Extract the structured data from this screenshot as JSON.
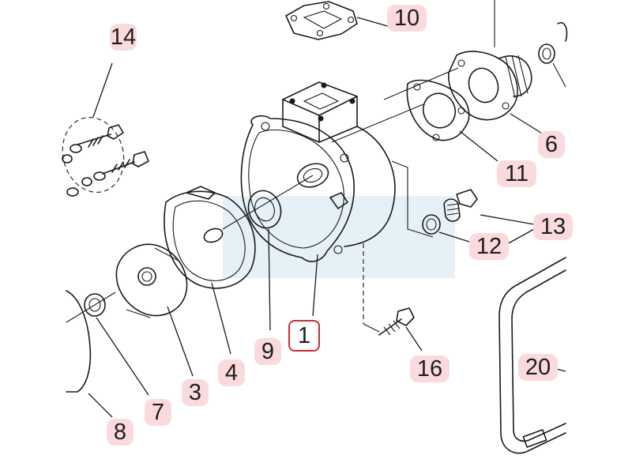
{
  "parts": [
    {
      "id": "part-14",
      "label": "14"
    },
    {
      "id": "part-10",
      "label": "10"
    },
    {
      "id": "part-6",
      "label": "6"
    },
    {
      "id": "part-11",
      "label": "11"
    },
    {
      "id": "part-13",
      "label": "13"
    },
    {
      "id": "part-12",
      "label": "12"
    },
    {
      "id": "part-16",
      "label": "16"
    },
    {
      "id": "part-1",
      "label": "1",
      "selected": true
    },
    {
      "id": "part-9",
      "label": "9"
    },
    {
      "id": "part-4",
      "label": "4"
    },
    {
      "id": "part-3",
      "label": "3"
    },
    {
      "id": "part-7",
      "label": "7"
    },
    {
      "id": "part-8",
      "label": "8"
    },
    {
      "id": "part-20",
      "label": "20"
    }
  ],
  "colors": {
    "badge": "#fadadd",
    "selected_border": "#d22b2b",
    "highlight": "#e6f1f7"
  }
}
